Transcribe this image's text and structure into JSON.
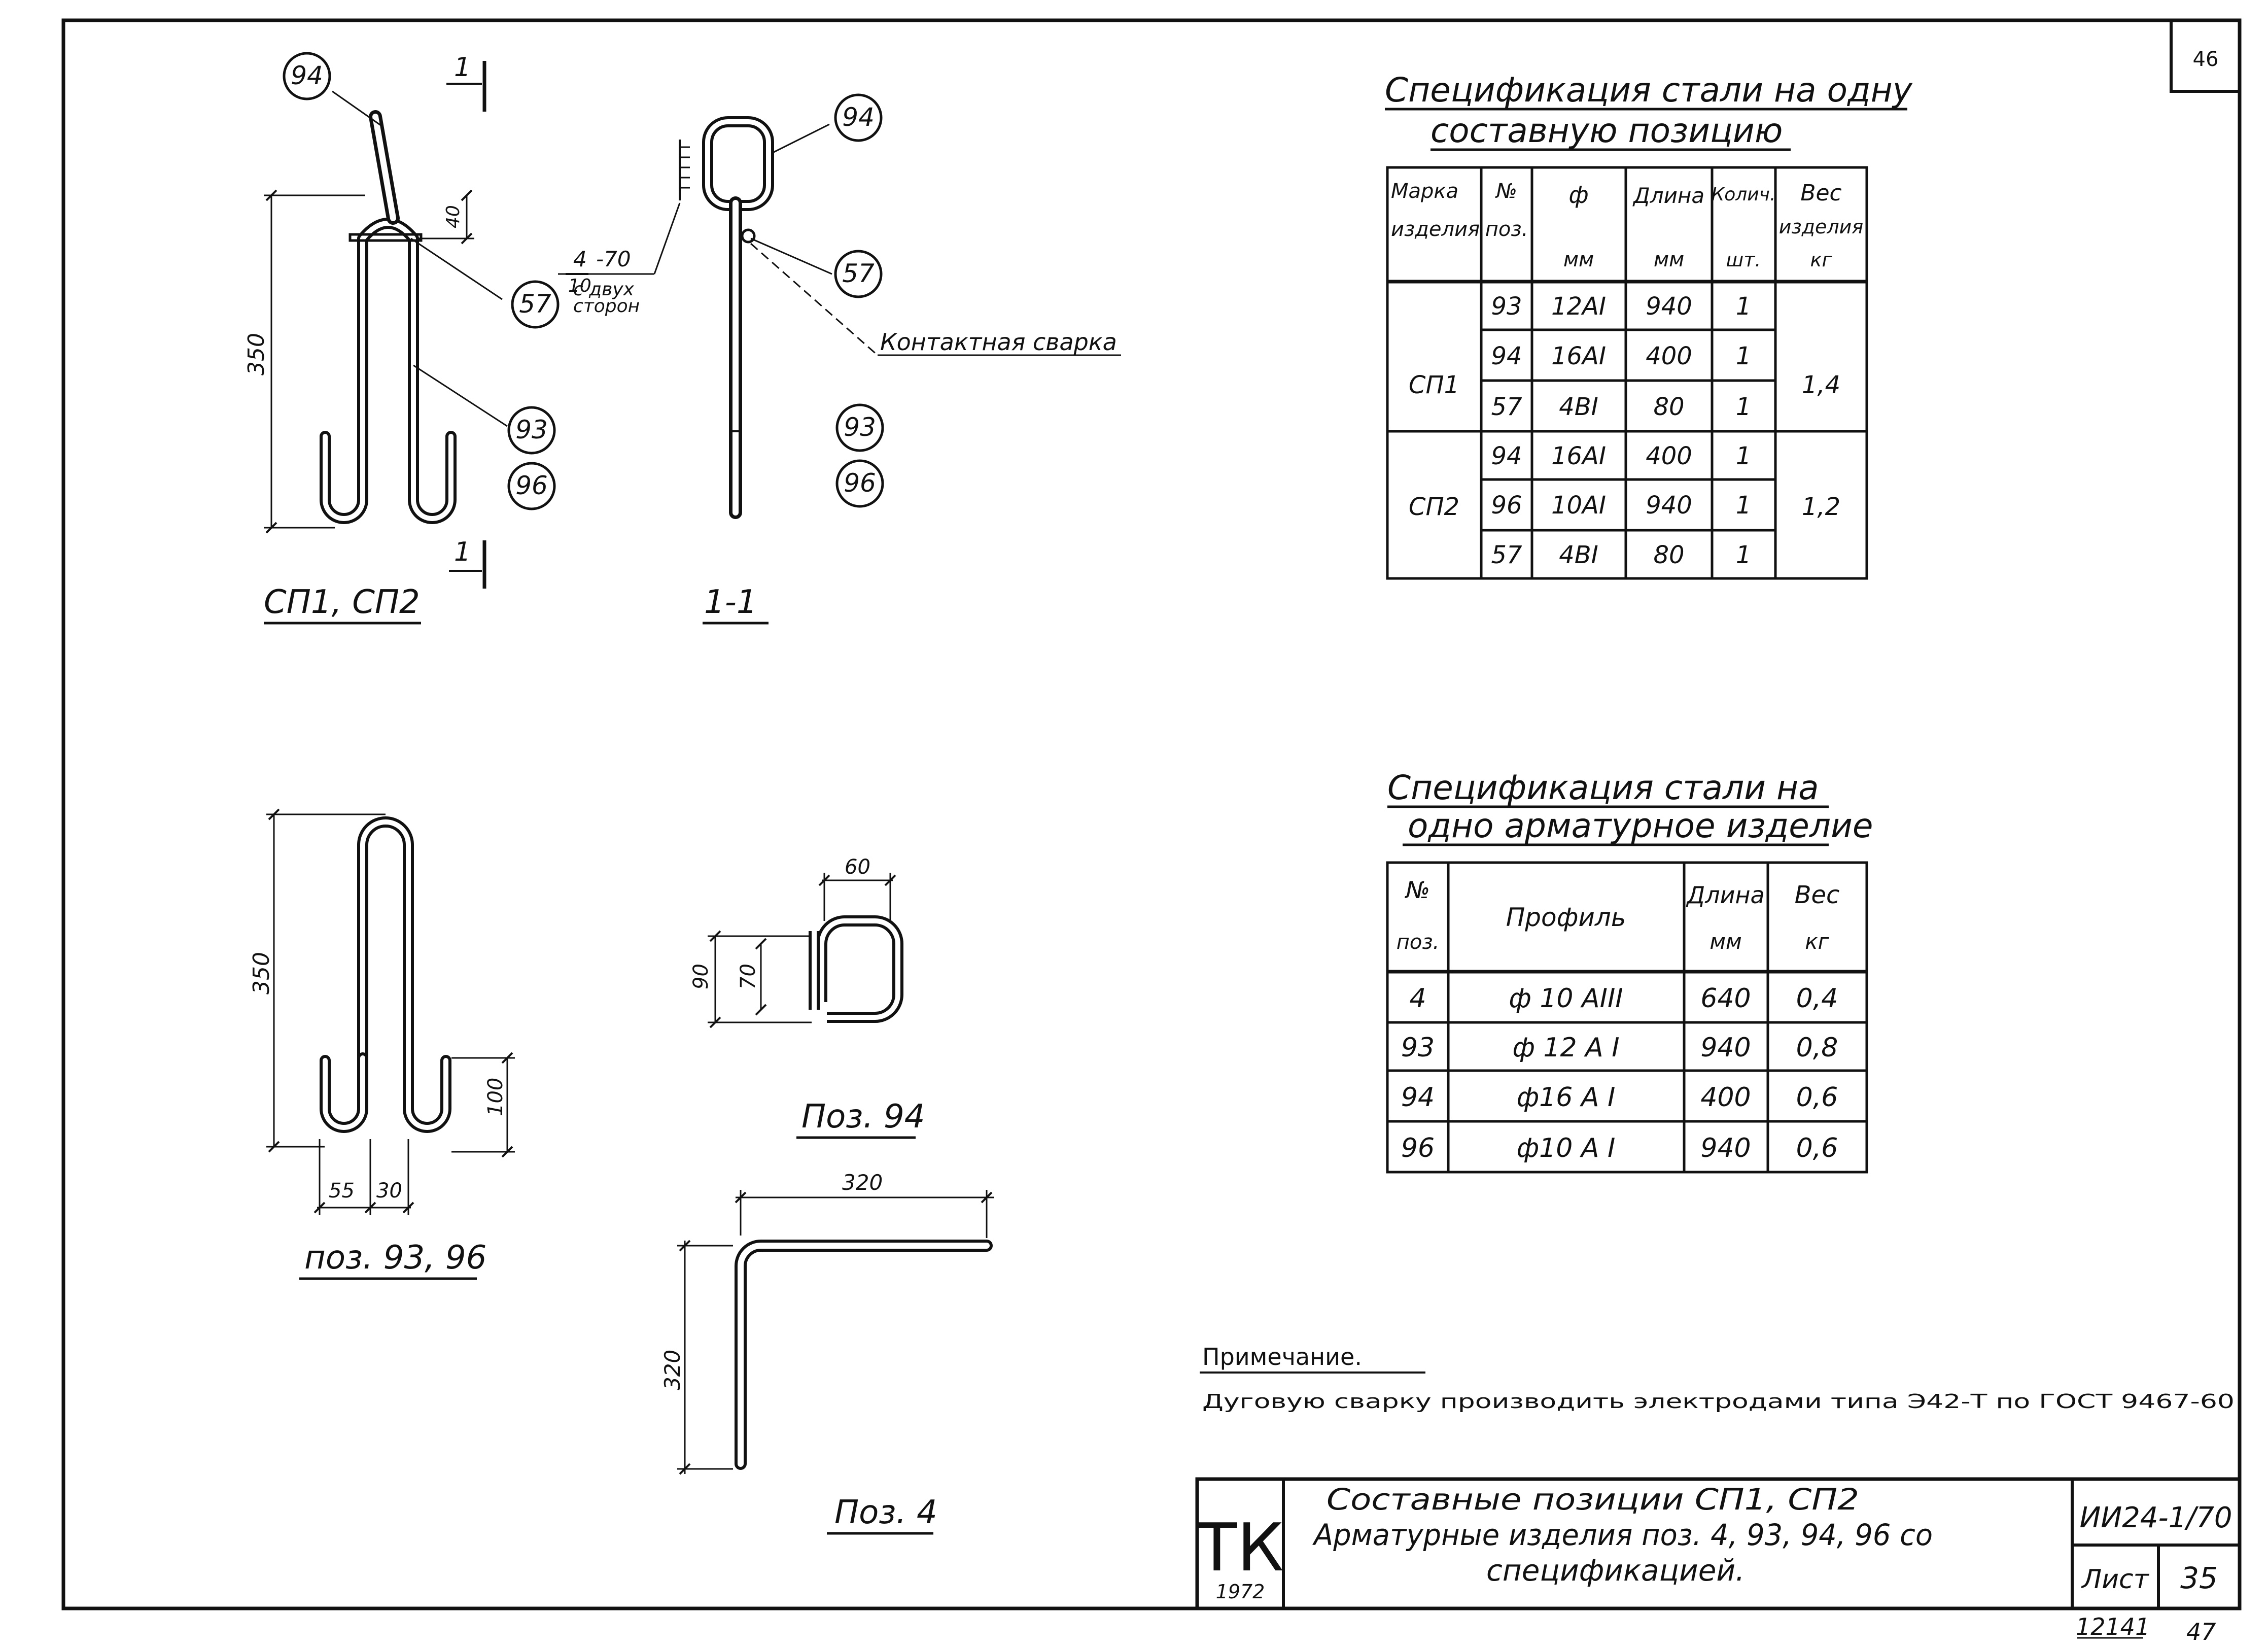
{
  "sheet": {
    "corner_page": "46",
    "bottom_number": "12141",
    "bottom_suffix": "47"
  },
  "drawings": {
    "top_left_caption": "СП1, СП2",
    "section_caption": "1-1",
    "section_mark": "1",
    "bubbles": {
      "b94": "94",
      "b57": "57",
      "b93": "93",
      "b96": "96"
    },
    "dim_350": "350",
    "dim_40": "40",
    "weld_note_num": "4",
    "weld_note_den": "10",
    "weld_note_len": "-70",
    "weld_note_sides_1": "с двух",
    "weld_note_sides_2": "сторон",
    "contact_weld": "Контактная сварка",
    "pos93_caption": "поз. 93, 96",
    "pos93_dims": {
      "h": "350",
      "hook": "100",
      "w1": "55",
      "w2": "30"
    },
    "pos94_caption": "Поз. 94",
    "pos94_dims": {
      "w": "60",
      "h": "90",
      "inner": "70"
    },
    "pos4_caption": "Поз. 4",
    "pos4_dims": {
      "w": "320",
      "h": "320"
    }
  },
  "spec1": {
    "title_line1": "Спецификация стали на одну",
    "title_line2": "составную позицию",
    "headers": {
      "mark": [
        "Марка",
        "изделия"
      ],
      "pos": [
        "№",
        "поз."
      ],
      "dia": [
        "ф",
        "мм"
      ],
      "length": [
        "Длина",
        "мм"
      ],
      "qty": [
        "Колич.",
        "шт."
      ],
      "weight": [
        "Вес",
        "изделия",
        "кг"
      ]
    },
    "groups": [
      {
        "mark": "СП1",
        "weight": "1,4",
        "rows": [
          {
            "pos": "93",
            "dia": "12AI",
            "length": "940",
            "qty": "1"
          },
          {
            "pos": "94",
            "dia": "16AI",
            "length": "400",
            "qty": "1"
          },
          {
            "pos": "57",
            "dia": "4BI",
            "length": "80",
            "qty": "1"
          }
        ]
      },
      {
        "mark": "СП2",
        "weight": "1,2",
        "rows": [
          {
            "pos": "94",
            "dia": "16AI",
            "length": "400",
            "qty": "1"
          },
          {
            "pos": "96",
            "dia": "10AI",
            "length": "940",
            "qty": "1"
          },
          {
            "pos": "57",
            "dia": "4BI",
            "length": "80",
            "qty": "1"
          }
        ]
      }
    ]
  },
  "spec2": {
    "title_line1": "Спецификация стали на",
    "title_line2": "одно арматурное изделие",
    "headers": {
      "pos": [
        "№",
        "поз."
      ],
      "profile": "Профиль",
      "length": [
        "Длина",
        "мм"
      ],
      "weight": [
        "Вес",
        "кг"
      ]
    },
    "rows": [
      {
        "pos": "4",
        "profile": "ф 10 AIII",
        "length": "640",
        "weight": "0,4"
      },
      {
        "pos": "93",
        "profile": "ф 12 A I",
        "length": "940",
        "weight": "0,8"
      },
      {
        "pos": "94",
        "profile": "ф16 A I",
        "length": "400",
        "weight": "0,6"
      },
      {
        "pos": "96",
        "profile": "ф10 A I",
        "length": "940",
        "weight": "0,6"
      }
    ]
  },
  "note": {
    "heading": "Примечание.",
    "text": "Дуговую сварку производить электродами типа Э42-Т по ГОСТ 9467-60"
  },
  "title_block": {
    "logo": "ТК",
    "year": "1972",
    "line1": "Составные позиции СП1, СП2",
    "line2": "Арматурные изделия поз. 4, 93, 94, 96 со",
    "line3": "спецификацией.",
    "code": "ИИ24-1/70",
    "sheet_label": "Лист",
    "sheet_number": "35"
  }
}
